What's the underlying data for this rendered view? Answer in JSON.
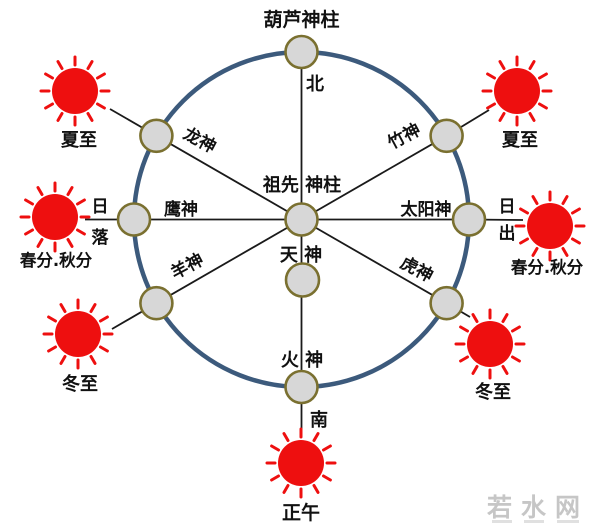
{
  "diagram": {
    "top_title": "葫芦神柱",
    "center_pillar": "祖先 神柱",
    "directions": {
      "north": "北",
      "south": "南"
    },
    "spoke_gods": {
      "dragon": "龙神",
      "bamboo": "竹神",
      "eagle": "鹰神",
      "sun_god": "太阳神",
      "sheep": "羊神",
      "tiger": "虎神"
    },
    "axis_gods": {
      "sky": "天 神",
      "fire": "火 神"
    },
    "sun_labels": {
      "summer_solstice_west": "夏至",
      "summer_solstice_east": "夏至",
      "equinox_west": "春分.秋分",
      "equinox_east": "春分.秋分",
      "winter_solstice_west": "冬至",
      "winter_solstice_east": "冬至",
      "noon": "正午"
    },
    "sunset": {
      "char1": "日",
      "char2": "落"
    },
    "sunrise": {
      "char1": "日",
      "char2": "出"
    },
    "colors": {
      "ring_blue": "#3c5a7c",
      "spoke_black": "#1a1a1a",
      "node_fill": "#d7d7d7",
      "node_border": "#7a7030",
      "sun_red": "#ee0f0f",
      "text": "#111111",
      "watermark_gray": "#c6c6c6"
    }
  },
  "watermark": {
    "text": "若水网"
  }
}
